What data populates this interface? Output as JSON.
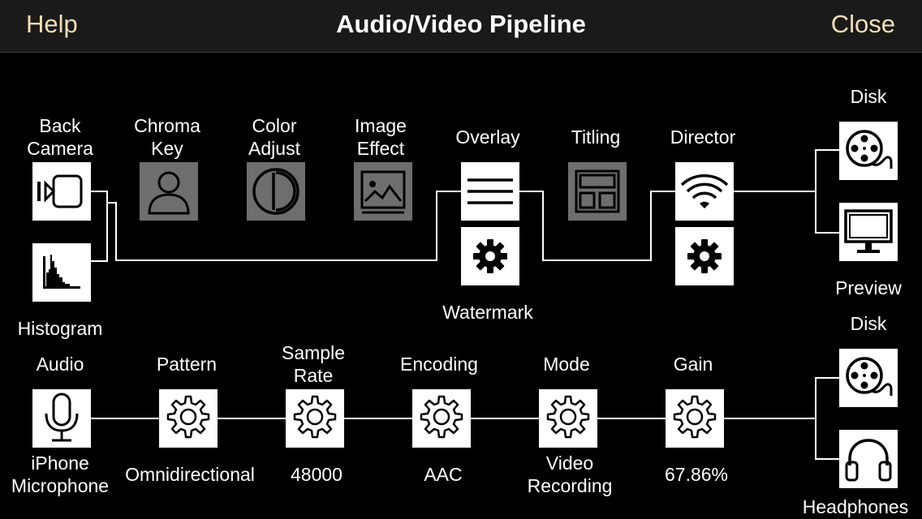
{
  "nav": {
    "help": "Help",
    "title": "Audio/Video Pipeline",
    "close": "Close"
  },
  "video": {
    "back_camera": "Back\nCamera",
    "histogram": "Histogram",
    "chroma_key": "Chroma\nKey",
    "color_adjust": "Color\nAdjust",
    "image_effect": "Image\nEffect",
    "overlay": "Overlay",
    "watermark": "Watermark",
    "titling": "Titling",
    "director": "Director",
    "disk": "Disk",
    "preview": "Preview"
  },
  "audio": {
    "audio": "Audio",
    "source_value": "iPhone\nMicrophone",
    "pattern": "Pattern",
    "pattern_value": "Omnidirectional",
    "sample_rate": "Sample\nRate",
    "sample_rate_value": "48000",
    "encoding": "Encoding",
    "encoding_value": "AAC",
    "mode": "Mode",
    "mode_value": "Video\nRecording",
    "gain": "Gain",
    "gain_value": "67.86%",
    "disk": "Disk",
    "headphones": "Headphones"
  },
  "icons": {
    "back_camera": "video-camera-icon",
    "histogram": "histogram-icon",
    "chroma_key": "person-icon",
    "color_adjust": "contrast-icon",
    "image_effect": "image-icon",
    "overlay": "lines-icon",
    "watermark": "gear-icon",
    "titling": "layout-icon",
    "director": "wifi-icon",
    "director_settings": "gear-icon",
    "disk": "film-reel-icon",
    "preview": "monitor-icon",
    "microphone": "microphone-icon",
    "audio_settings": "gear-outline-icon",
    "headphones": "headphones-icon"
  },
  "colors": {
    "accent": "#f2deb6",
    "background": "#000000",
    "nav_bar": "#1a1a1a",
    "disabled_tile": "#6e6e6e"
  }
}
